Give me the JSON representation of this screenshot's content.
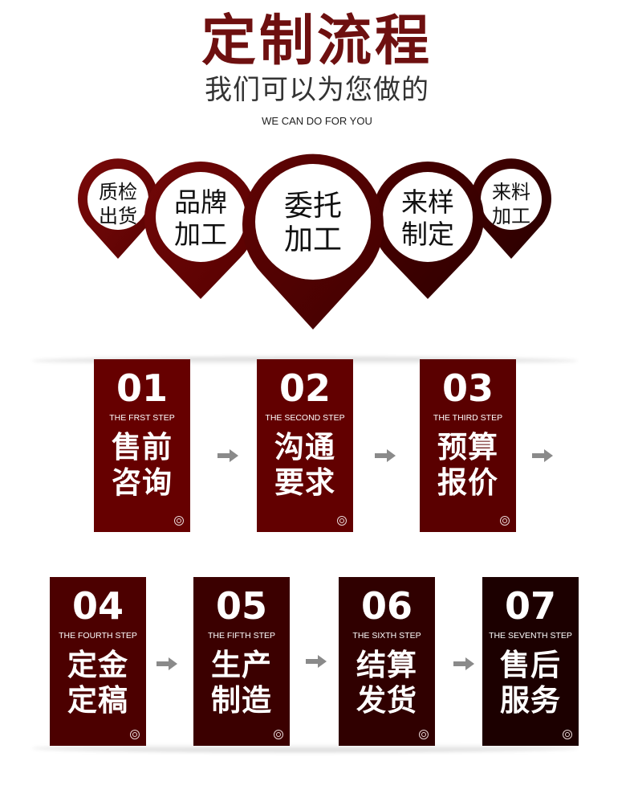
{
  "header": {
    "title": "定制流程",
    "subtitle": "我们可以为您做的",
    "tagline": "WE CAN DO FOR YOU"
  },
  "services": [
    {
      "line1": "质检",
      "line2": "出货",
      "icon": "map-pin-icon"
    },
    {
      "line1": "品牌",
      "line2": "加工",
      "icon": "map-pin-icon"
    },
    {
      "line1": "委托",
      "line2": "加工",
      "icon": "map-pin-icon"
    },
    {
      "line1": "来样",
      "line2": "制定",
      "icon": "map-pin-icon"
    },
    {
      "line1": "来料",
      "line2": "加工",
      "icon": "map-pin-icon"
    }
  ],
  "steps": [
    {
      "number": "01",
      "subtitle": "THE FRST STEP",
      "line1": "售前",
      "line2": "咨询",
      "color": "#660000"
    },
    {
      "number": "02",
      "subtitle": "THE SECOND STEP",
      "line1": "沟通",
      "line2": "要求",
      "color": "#620000"
    },
    {
      "number": "03",
      "subtitle": "THE THIRD STEP",
      "line1": "预算",
      "line2": "报价",
      "color": "#5a0000"
    },
    {
      "number": "04",
      "subtitle": "THE FOURTH STEP",
      "line1": "定金",
      "line2": "定稿",
      "color": "#4c0000"
    },
    {
      "number": "05",
      "subtitle": "THE FIFTH STEP",
      "line1": "生产",
      "line2": "制造",
      "color": "#3b0000"
    },
    {
      "number": "06",
      "subtitle": "THE SIXTH STEP",
      "line1": "结算",
      "line2": "发货",
      "color": "#300000"
    },
    {
      "number": "07",
      "subtitle": "THE SEVENTH STEP",
      "line1": "售后",
      "line2": "服务",
      "color": "#1c0000"
    }
  ],
  "colors": {
    "title": "#6e1010",
    "pin_light": "#6e0a0a",
    "pin_dark": "#3a0000",
    "arrow": "#8a8a8a"
  }
}
